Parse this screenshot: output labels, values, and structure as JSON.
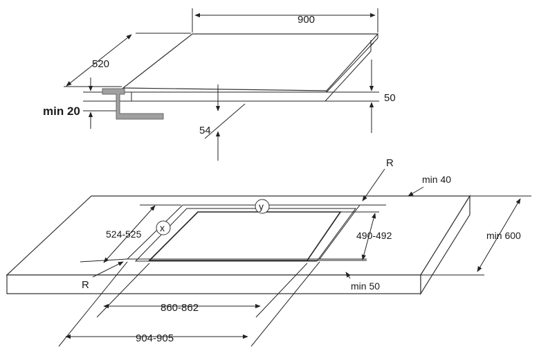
{
  "labels": {
    "hob_width": "900",
    "hob_depth": "520",
    "min_worktop_thickness": "min 20",
    "hob_height": "50",
    "built_in_depth": "54",
    "corner_radius_top": "R",
    "corner_radius_left": "R",
    "min_back_distance": "min 40",
    "cutout_y": "y",
    "cutout_x": "x",
    "cutout_depth_outer": "524-525",
    "cutout_depth_inner": "490-492",
    "min_worktop_depth": "min 600",
    "min_front_distance": "min 50",
    "cutout_width_inner": "860-862",
    "cutout_width_outer": "904-905"
  },
  "colors": {
    "line": "#222222",
    "bracket": "#a0a0a0"
  }
}
